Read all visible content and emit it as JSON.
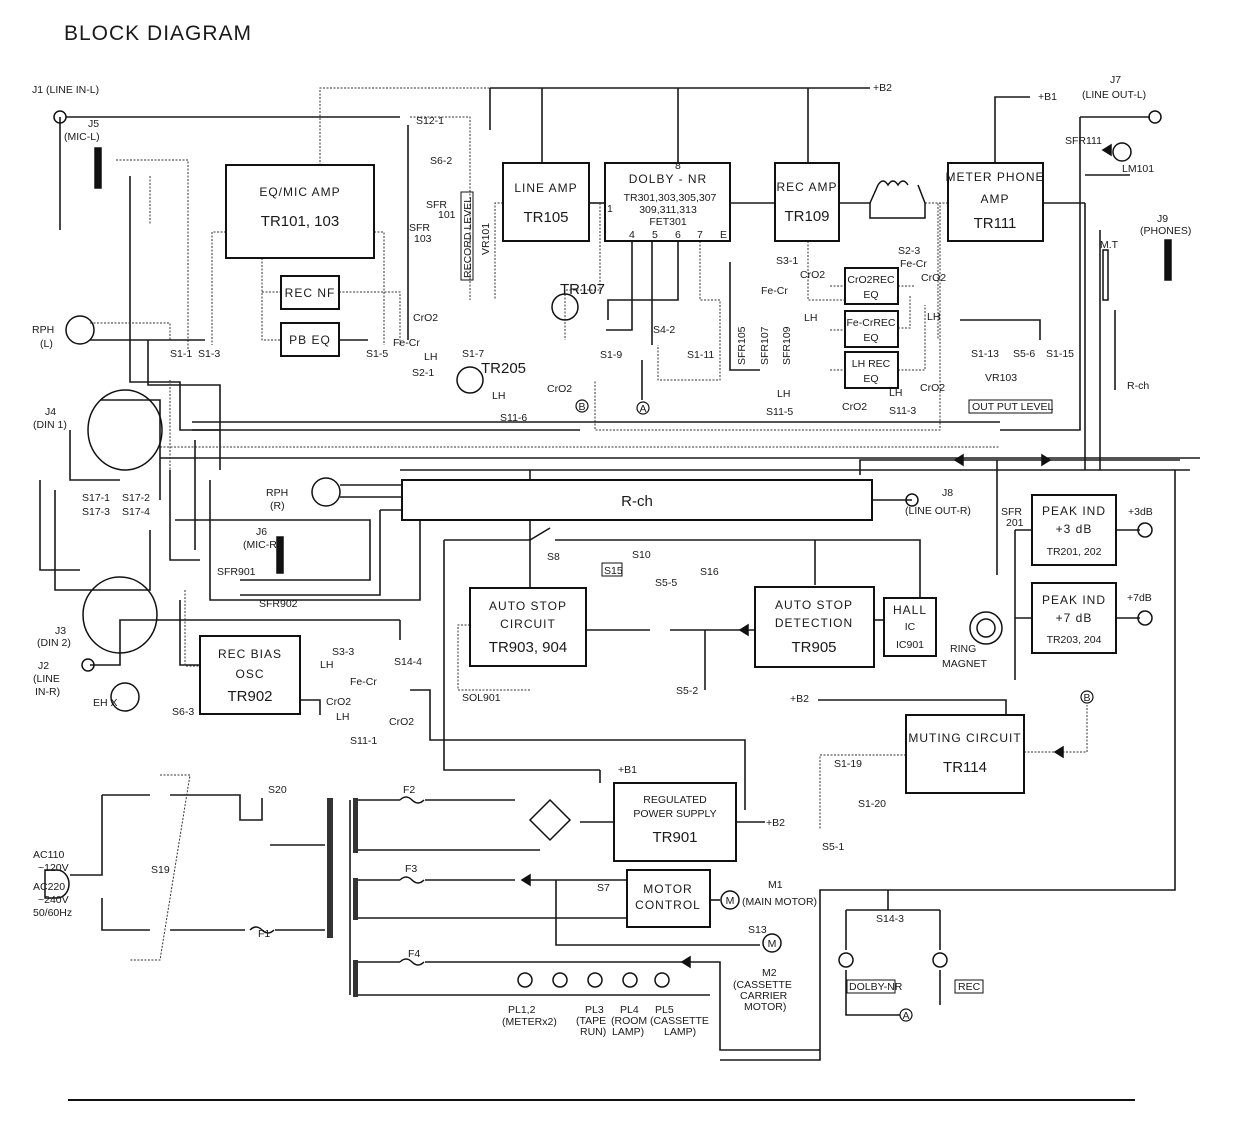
{
  "title": "BLOCK DIAGRAM",
  "blocks": {
    "eq_mic_amp": {
      "name": "EQ/MIC AMP",
      "tr": "TR101, 103"
    },
    "rec_nf": {
      "name": "REC NF"
    },
    "pb_eq": {
      "name": "PB EQ"
    },
    "line_amp": {
      "name": "LINE AMP",
      "tr": "TR105"
    },
    "dolby": {
      "name": "DOLBY - NR",
      "tr": "TR301,303,305,307",
      "tr2": "309,311,313",
      "fet": "FET301",
      "pin1": "1",
      "pin4": "4",
      "pin5": "5",
      "pin6": "6",
      "pin7": "7",
      "pinE": "E",
      "pin8": "8"
    },
    "rec_amp": {
      "name": "REC AMP",
      "tr": "TR109"
    },
    "meter_phone_amp": {
      "name": "METER PHONE",
      "name2": "AMP",
      "tr": "TR111"
    },
    "cro2_rec_eq": {
      "name": "CrO2REC",
      "name2": "EQ"
    },
    "fecr_rec_eq": {
      "name": "Fe-CrREC",
      "name2": "EQ"
    },
    "lh_rec_eq": {
      "name": "LH REC",
      "name2": "EQ"
    },
    "r_ch": {
      "name": "R-ch"
    },
    "auto_stop_circuit": {
      "name": "AUTO  STOP",
      "name2": "CIRCUIT",
      "tr": "TR903, 904"
    },
    "auto_stop_detection": {
      "name": "AUTO STOP",
      "name2": "DETECTION",
      "tr": "TR905"
    },
    "hall_ic": {
      "name": "HALL",
      "name2": "IC",
      "tr": "IC901"
    },
    "peak_ind_3": {
      "name": "PEAK IND",
      "name2": "+3 dB",
      "tr": "TR201, 202"
    },
    "peak_ind_7": {
      "name": "PEAK IND",
      "name2": "+7 dB",
      "tr": "TR203, 204"
    },
    "rec_bias_osc": {
      "name": "REC   BIAS",
      "name2": "OSC",
      "tr": "TR902"
    },
    "muting": {
      "name": "MUTING CIRCUIT",
      "tr": "TR114"
    },
    "regulated_ps": {
      "name": "REGULATED",
      "name2": "POWER  SUPPLY",
      "tr": "TR901"
    },
    "motor_control": {
      "name": "MOTOR",
      "name2": "CONTROL"
    }
  },
  "labels": {
    "j1": "J1 (LINE IN-L)",
    "j5": "J5",
    "j5_sub": "(MIC-L)",
    "s12_1": "S12-1",
    "s6_2": "S6-2",
    "sfr101": "SFR",
    "sfr101_n": "101",
    "sfr103": "SFR",
    "sfr103_n": "103",
    "record_level": "RECORD LEVEL",
    "vr101": "VR101",
    "rph_l": "RPH",
    "rph_l_sub": "(L)",
    "s1_1": "S1-1",
    "s1_3": "S1-3",
    "s1_5": "S1-5",
    "fecr_1": "Fe-Cr",
    "cro2_1": "CrO2",
    "lh_1": "LH",
    "s2_1": "S2-1",
    "s1_7": "S1-7",
    "tr205": "TR205",
    "lh_2": "LH",
    "s11_6": "S11-6",
    "cro2_2": "CrO2",
    "tr107": "TR107",
    "s1_9": "S1-9",
    "s4_2": "S4-2",
    "s1_11": "S1-11",
    "marker_a": "A",
    "marker_b": "B",
    "s3_1": "S3-1",
    "cro2_3": "CrO2",
    "fecr_2": "Fe-Cr",
    "lh_3": "LH",
    "sfr105": "SFR105",
    "sfr107": "SFR107",
    "sfr109": "SFR109",
    "lh_4": "LH",
    "s11_5": "S11-5",
    "cro2_4": "CrO2",
    "s2_3": "S2-3",
    "fecr_3": "Fe-Cr",
    "cro2_5": "CrO2",
    "lh_5": "LH",
    "lh_6": "LH",
    "cro2_6": "CrO2",
    "s11_3": "S11-3",
    "b2_top": "+B2",
    "b1_top": "+B1",
    "j7": "J7",
    "j7_sub": "(LINE OUT-L)",
    "sfr111": "SFR111",
    "lm101": "LM101",
    "j9": "J9",
    "j9_sub": "(PHONES)",
    "mt": "M.T",
    "s1_13": "S1-13",
    "s5_6": "S5-6",
    "s1_15": "S1-15",
    "vr103": "VR103",
    "output_level": "OUT PUT LEVEL",
    "r_ch_lead": "R-ch",
    "j4": "J4",
    "j4_sub": "(DIN 1)",
    "s17_1": "S17-1",
    "s17_2": "S17-2",
    "s17_3": "S17-3",
    "s17_4": "S17-4",
    "rph_r": "RPH",
    "rph_r_sub": "(R)",
    "j6": "J6",
    "j6_sub": "(MIC-R)",
    "sfr901": "SFR901",
    "sfr902": "SFR902",
    "j3": "J3",
    "j3_sub": "(DIN 2)",
    "j2": "J2",
    "j2_sub1": "(LINE",
    "j2_sub2": "IN-R)",
    "ehx": "EH X",
    "s6_3": "S6-3",
    "s3_3": "S3-3",
    "lh_7": "LH",
    "fecr_4": "Fe-Cr",
    "cro2_7": "CrO2",
    "lh_8": "LH",
    "s11_1": "S11-1",
    "s14_4": "S14-4",
    "cro2_8": "CrO2",
    "j8": "J8",
    "j8_sub": "(LINE OUT-R)",
    "sfr201": "SFR",
    "sfr201_n": "201",
    "s8": "S8",
    "s10": "S10",
    "s15": "S15",
    "s16": "S16",
    "s5_5": "S5-5",
    "s5_2": "S5-2",
    "sol901": "SOL901",
    "ring": "RING",
    "magnet": "MAGNET",
    "plus3db": "+3dB",
    "plus7db": "+7dB",
    "b2_mid": "+B2",
    "s1_19": "S1-19",
    "s1_20": "S1-20",
    "s5_1": "S5-1",
    "b1_mid": "+B1",
    "b2_low": "+B2",
    "s20": "S20",
    "ac110": "AC110",
    "v120": "~120V",
    "ac220": "AC220",
    "v240": "~240V",
    "hz": "50/60Hz",
    "s19": "S19",
    "f1": "F1",
    "f2": "F2",
    "f3": "F3",
    "f4": "F4",
    "s7": "S7",
    "m1": "M1",
    "m1_sub": "(MAIN MOTOR)",
    "s13": "S13",
    "m2": "M2",
    "m2_sub1": "(CASSETTE",
    "m2_sub2": "CARRIER",
    "m2_sub3": "MOTOR)",
    "pl12": "PL1,2",
    "pl12_sub": "(METERx2)",
    "pl3": "PL3",
    "pl3_sub1": "(TAPE",
    "pl3_sub2": "RUN)",
    "pl4": "PL4",
    "pl4_sub1": "(ROOM",
    "pl4_sub2": "LAMP)",
    "pl5": "PL5",
    "pl5_sub1": "(CASSETTE",
    "pl5_sub2": "LAMP)",
    "s14_3": "S14-3",
    "dolby_nr_ind": "DOLBY-NR",
    "rec_ind": "REC",
    "motor_m": "M"
  },
  "colors": {
    "ink": "#1a1a1a",
    "paper": "#ffffff"
  }
}
